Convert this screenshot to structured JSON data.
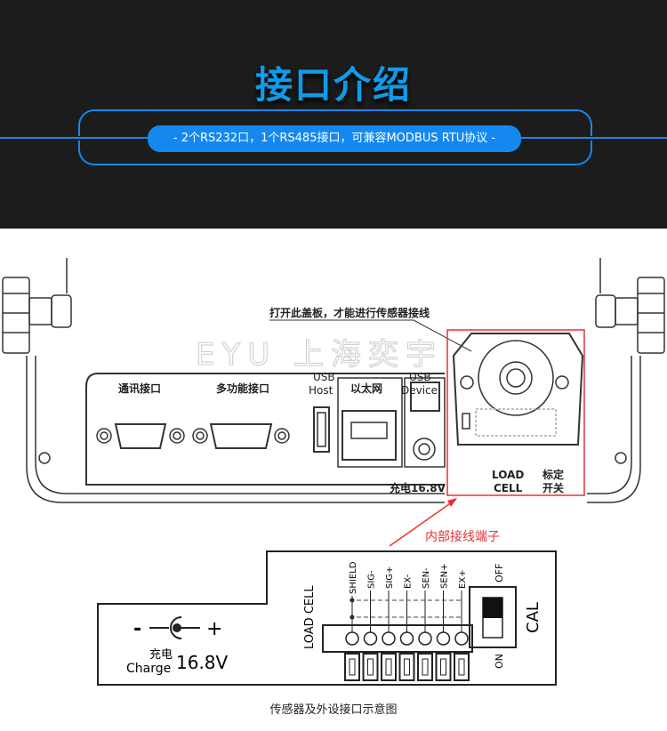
{
  "header": {
    "title": "接口介绍",
    "subtitle": "-   2个RS232口，1个RS485接口，可兼容MODBUS RTU协议   -"
  },
  "device": {
    "cover_note": "打开此盖板，才能进行传感器接线",
    "watermark": "EYU 上海奕宇",
    "port_comm": "通讯接口",
    "port_multi": "多功能接口",
    "usb_host_1": "USB",
    "usb_host_2": "Host",
    "ethernet": "以太网",
    "usb_device_1": "USB",
    "usb_device_2": "Device",
    "charge": "充电16.8V",
    "load_cell_1": "LOAD",
    "load_cell_2": "CELL",
    "cal_switch_1": "标定",
    "cal_switch_2": "开关"
  },
  "callout": "内部接线端子",
  "terminal": {
    "minus": "-",
    "plus": "+",
    "charge_cn": "充电",
    "charge_en": "Charge",
    "voltage": "16.8V",
    "load_cell": "LOAD CELL",
    "pins": [
      "SHIELD",
      "SIG-",
      "SIG+",
      "EX-",
      "SEN-",
      "SEN+",
      "EX+"
    ],
    "switch_off": "OFF",
    "switch_on": "ON",
    "switch_label": "CAL"
  },
  "caption": "传感器及外设接口示意图",
  "colors": {
    "banner": "#1c1c1c",
    "accent": "#1588f0",
    "title": "#0f9be8",
    "callout": "#e8312f"
  }
}
